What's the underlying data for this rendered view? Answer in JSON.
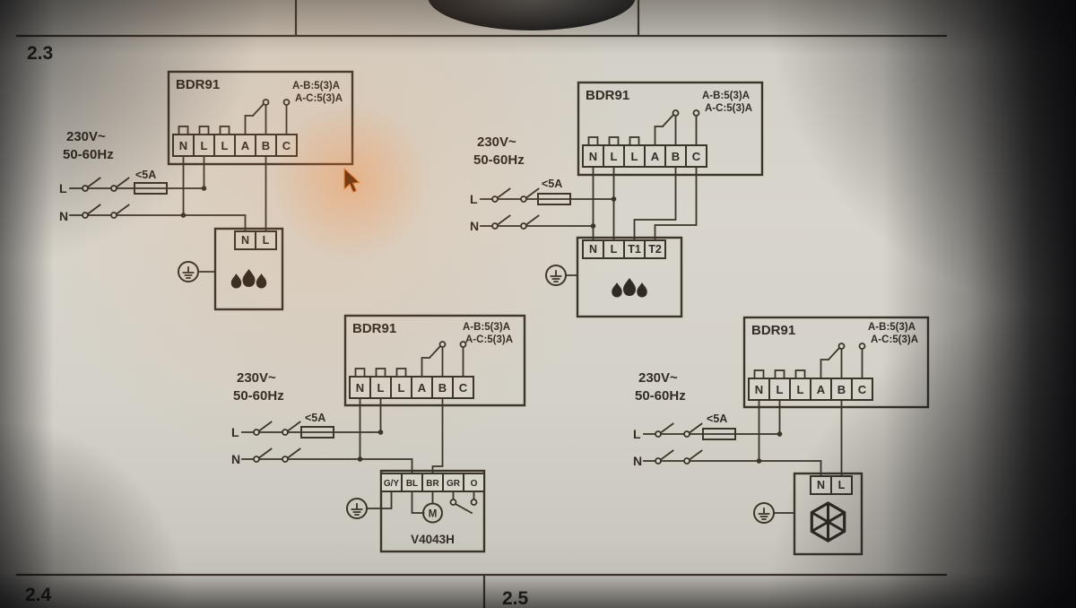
{
  "page": {
    "section_label": "2.3",
    "bottom_left_section": "2.4",
    "bottom_right_section": "2.5"
  },
  "colors": {
    "ink": "#3a342b",
    "paper": "#d4d1c8",
    "glow": "#ff7a1c"
  },
  "diagrams": [
    {
      "device": "BDR91",
      "rating_ab": "A-B:5(3)A",
      "rating_ac": "A-C:5(3)A",
      "voltage": "230V~",
      "frequency": "50-60Hz",
      "fuse_rating": "<5A",
      "live": "L",
      "neutral": "N",
      "relay_terminals": [
        "N",
        "L",
        "L",
        "A",
        "B",
        "C"
      ],
      "load_terminals": [
        "N",
        "L"
      ],
      "load_symbol": "flame-burner"
    },
    {
      "device": "BDR91",
      "rating_ab": "A-B:5(3)A",
      "rating_ac": "A-C:5(3)A",
      "voltage": "230V~",
      "frequency": "50-60Hz",
      "fuse_rating": "<5A",
      "live": "L",
      "neutral": "N",
      "relay_terminals": [
        "N",
        "L",
        "L",
        "A",
        "B",
        "C"
      ],
      "load_terminals": [
        "N",
        "L",
        "T1",
        "T2"
      ],
      "load_symbol": "flame-burner"
    },
    {
      "device": "BDR91",
      "rating_ab": "A-B:5(3)A",
      "rating_ac": "A-C:5(3)A",
      "voltage": "230V~",
      "frequency": "50-60Hz",
      "fuse_rating": "<5A",
      "live": "L",
      "neutral": "N",
      "relay_terminals": [
        "N",
        "L",
        "L",
        "A",
        "B",
        "C"
      ],
      "load_terminals": [
        "G/Y",
        "BL",
        "BR",
        "GR",
        "O"
      ],
      "load_model": "V4043H",
      "motor_label": "M",
      "load_symbol": "motorised-valve"
    },
    {
      "device": "BDR91",
      "rating_ab": "A-B:5(3)A",
      "rating_ac": "A-C:5(3)A",
      "voltage": "230V~",
      "frequency": "50-60Hz",
      "fuse_rating": "<5A",
      "live": "L",
      "neutral": "N",
      "relay_terminals": [
        "N",
        "L",
        "L",
        "A",
        "B",
        "C"
      ],
      "load_terminals": [
        "N",
        "L"
      ],
      "load_symbol": "fan-hexagon"
    }
  ]
}
